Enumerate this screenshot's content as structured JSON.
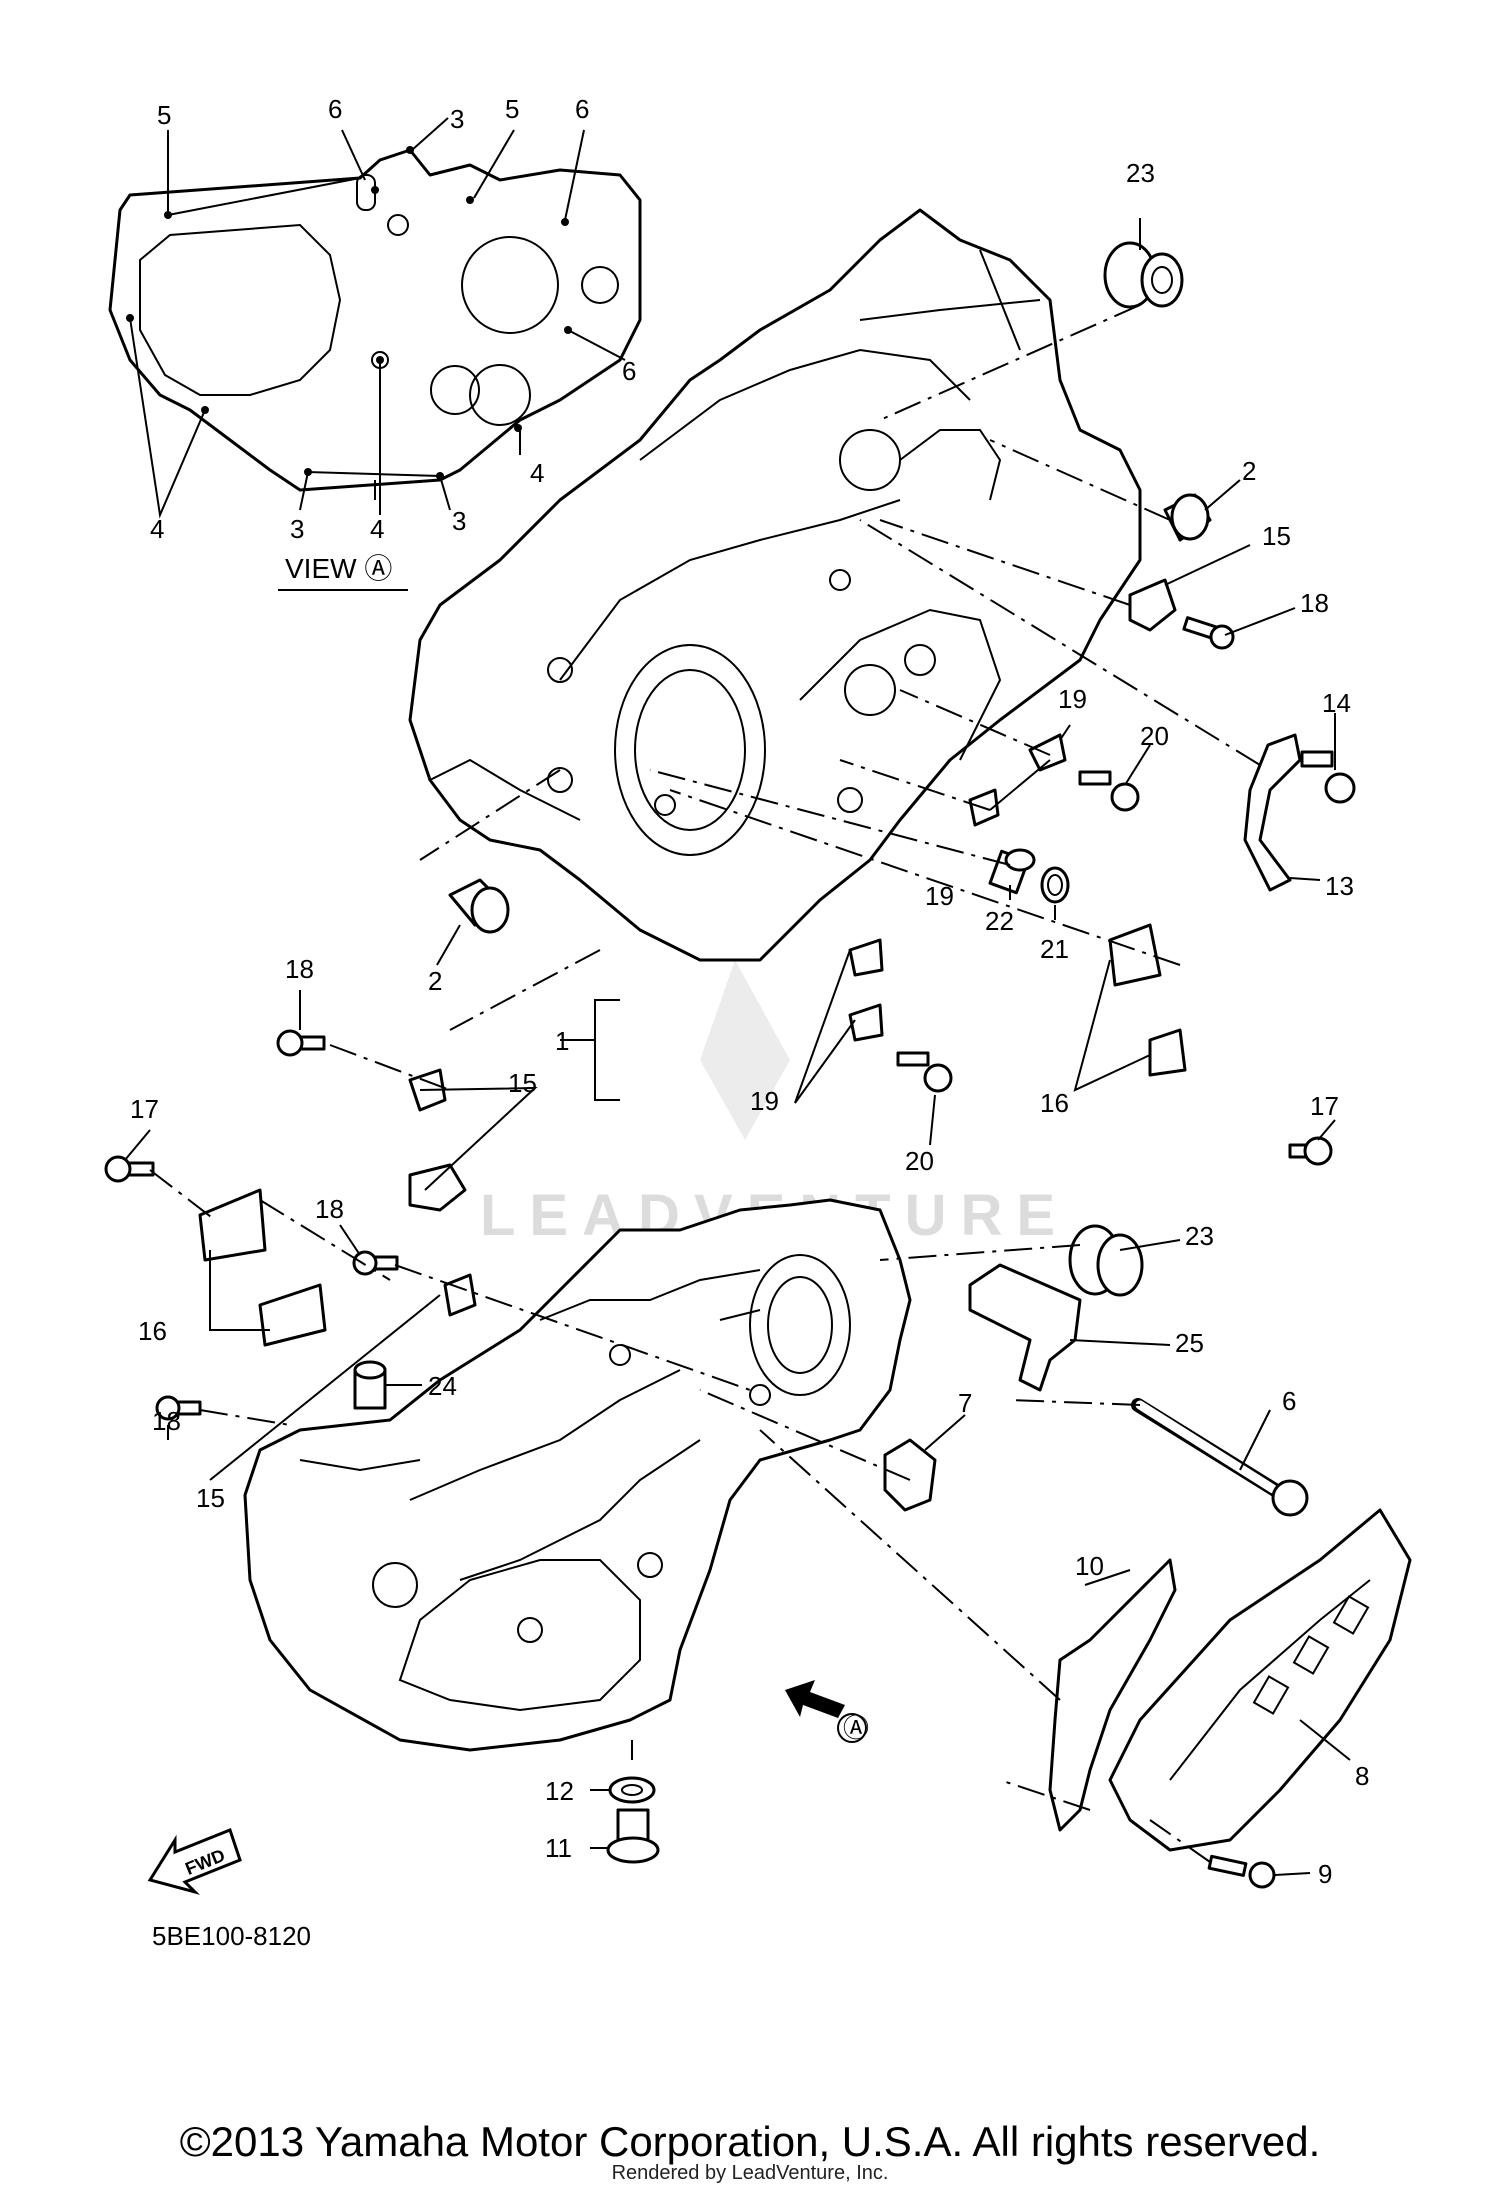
{
  "diagram": {
    "view_label": "VIEW Ⓐ",
    "arrow_label": "Ⓐ",
    "fwd_label": "FWD",
    "diagram_code": "5BE100-8120",
    "watermark": "LEADVENTURE",
    "callouts": [
      {
        "id": "c-5a",
        "text": "5"
      },
      {
        "id": "c-6a",
        "text": "6"
      },
      {
        "id": "c-3a",
        "text": "3"
      },
      {
        "id": "c-5b",
        "text": "5"
      },
      {
        "id": "c-6b",
        "text": "6"
      },
      {
        "id": "c-6c",
        "text": "6"
      },
      {
        "id": "c-4a",
        "text": "4"
      },
      {
        "id": "c-4b",
        "text": "4"
      },
      {
        "id": "c-3b",
        "text": "3"
      },
      {
        "id": "c-4c",
        "text": "4"
      },
      {
        "id": "c-3c",
        "text": "3"
      },
      {
        "id": "c-23a",
        "text": "23"
      },
      {
        "id": "c-2a",
        "text": "2"
      },
      {
        "id": "c-15a",
        "text": "15"
      },
      {
        "id": "c-18a",
        "text": "18"
      },
      {
        "id": "c-14",
        "text": "14"
      },
      {
        "id": "c-19a",
        "text": "19"
      },
      {
        "id": "c-20a",
        "text": "20"
      },
      {
        "id": "c-13",
        "text": "13"
      },
      {
        "id": "c-19b",
        "text": "19"
      },
      {
        "id": "c-22",
        "text": "22"
      },
      {
        "id": "c-21",
        "text": "21"
      },
      {
        "id": "c-2b",
        "text": "2"
      },
      {
        "id": "c-18b",
        "text": "18"
      },
      {
        "id": "c-1",
        "text": "1"
      },
      {
        "id": "c-19c",
        "text": "19"
      },
      {
        "id": "c-16a",
        "text": "16"
      },
      {
        "id": "c-17a",
        "text": "17"
      },
      {
        "id": "c-20b",
        "text": "20"
      },
      {
        "id": "c-15b",
        "text": "15"
      },
      {
        "id": "c-17b",
        "text": "17"
      },
      {
        "id": "c-18c",
        "text": "18"
      },
      {
        "id": "c-23b",
        "text": "23"
      },
      {
        "id": "c-25",
        "text": "25"
      },
      {
        "id": "c-16b",
        "text": "16"
      },
      {
        "id": "c-24",
        "text": "24"
      },
      {
        "id": "c-6d",
        "text": "6"
      },
      {
        "id": "c-18d",
        "text": "18"
      },
      {
        "id": "c-15c",
        "text": "15"
      },
      {
        "id": "c-7",
        "text": "7"
      },
      {
        "id": "c-10",
        "text": "10"
      },
      {
        "id": "c-8",
        "text": "8"
      },
      {
        "id": "c-12",
        "text": "12"
      },
      {
        "id": "c-11",
        "text": "11"
      },
      {
        "id": "c-9",
        "text": "9"
      }
    ]
  },
  "footer": {
    "copyright": "©2013 Yamaha Motor Corporation, U.S.A. All rights reserved.",
    "rendered_by": "Rendered by LeadVenture, Inc."
  }
}
